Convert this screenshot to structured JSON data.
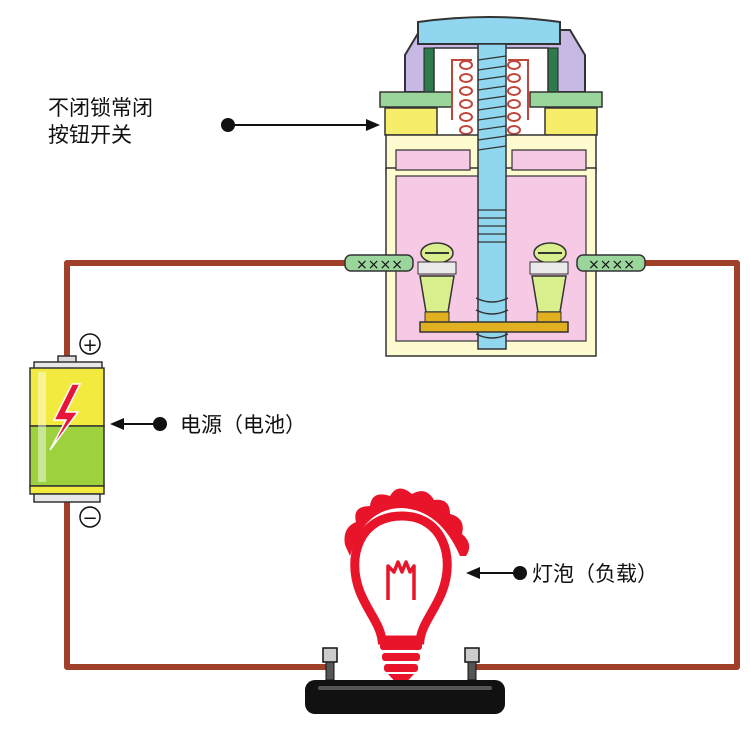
{
  "labels": {
    "switch_line1": "不闭锁常闭",
    "switch_line2": "按钮开关",
    "battery": "电源（电池）",
    "bulb": "灯泡（负载）",
    "plus_symbol": "+",
    "minus_symbol": "−"
  },
  "colors": {
    "wire": "#a0402b",
    "switch_body": "#f6c9e4",
    "switch_frame": "#fffbd0",
    "plunger": "#8fd6ee",
    "cap": "#c7b8e4",
    "green_plate": "#9ad59c",
    "yellow_plate": "#f6ee6a",
    "battery_top": "#f3ea3f",
    "battery_bottom": "#9dd23e",
    "bolt": "#e8153a",
    "bulb": "#e8152a",
    "base": "#111111"
  }
}
